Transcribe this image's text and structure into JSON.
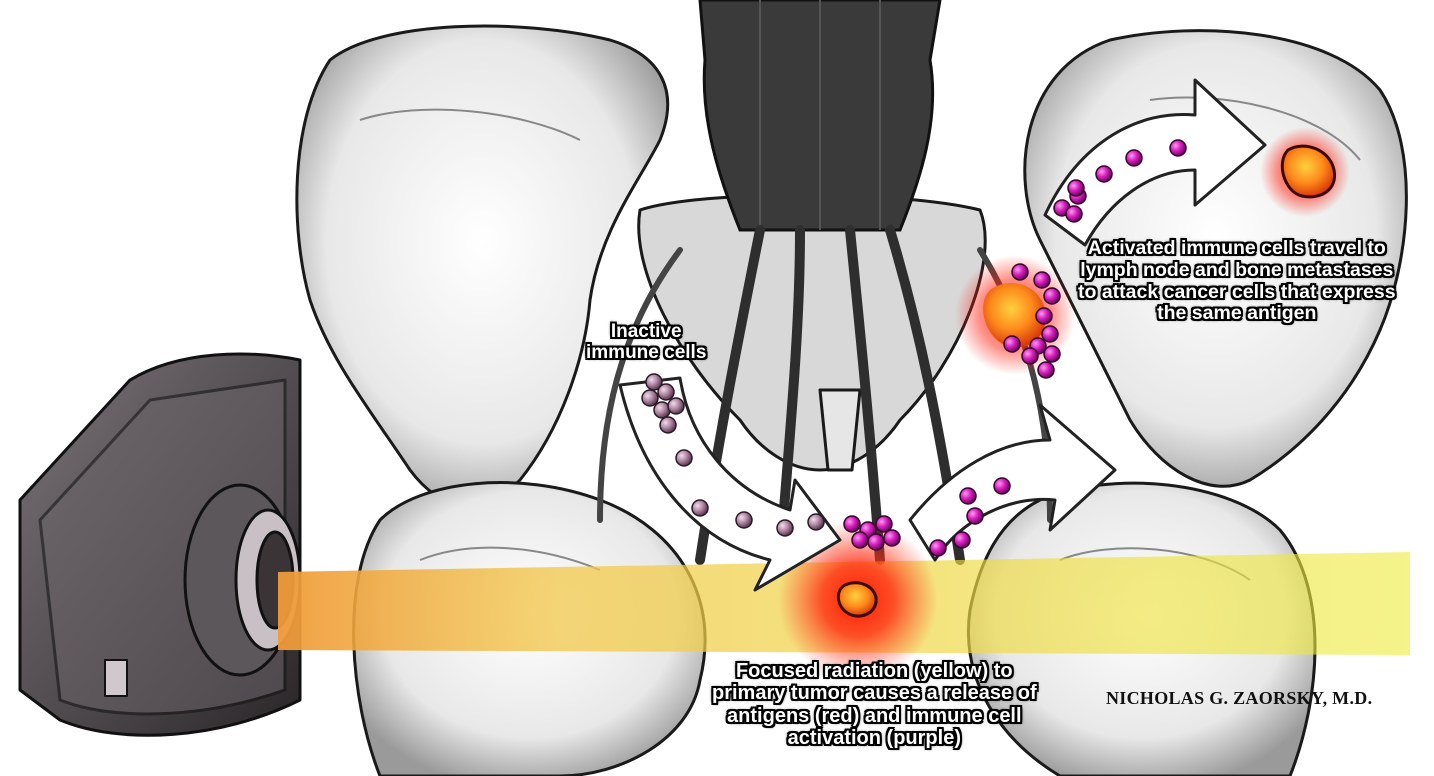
{
  "labels": {
    "inactive_cells": [
      "Inactive",
      "immune cells"
    ],
    "activated_cells": [
      "Activated immune cells travel to",
      "lymph node and bone metastases",
      "to attack cancer cells that express",
      "the same antigen"
    ],
    "radiation": [
      "Focused radiation (yellow) to",
      "primary tumor causes a release of",
      "antigens (red) and immune cell",
      "activation (purple)"
    ]
  },
  "signature": "NICHOLAS G. ZAORSKY, M.D.",
  "colors": {
    "radiation_beam": "#e8e83a",
    "antigen_glow": "#ff2a10",
    "tumor_core": "#ff8a1c",
    "inactive_cell": "#b48aa8",
    "active_cell": "#d81fc0"
  }
}
